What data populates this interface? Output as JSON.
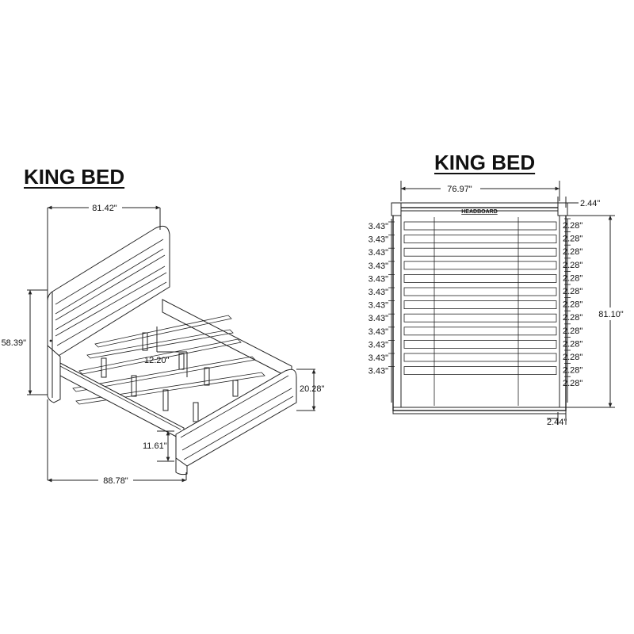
{
  "left": {
    "title": "KING BED",
    "dims": {
      "headboard_width": "81.42\"",
      "overall_length": "88.78\"",
      "headboard_height": "58.39\"",
      "footboard_height": "20.28\"",
      "slat_clearance": "12.20\"",
      "rail_height": "11.61\""
    }
  },
  "right": {
    "title": "KING BED",
    "headboard_label": "HEADBOARD",
    "dims": {
      "frame_width": "76.97\"",
      "post_top": "2.44\"",
      "post_bottom": "2.44\"",
      "frame_length": "81.10\""
    },
    "slat_widths": [
      "3.43\"",
      "3.43\"",
      "3.43\"",
      "3.43\"",
      "3.43\"",
      "3.43\"",
      "3.43\"",
      "3.43\"",
      "3.43\"",
      "3.43\"",
      "3.43\"",
      "3.43\""
    ],
    "slat_gaps": [
      "2.28\"",
      "2.28\"",
      "2.28\"",
      "2.28\"",
      "2.28\"",
      "2.28\"",
      "2.28\"",
      "2.28\"",
      "2.28\"",
      "2.28\"",
      "2.28\"",
      "2.28\"",
      "2.28\""
    ]
  }
}
